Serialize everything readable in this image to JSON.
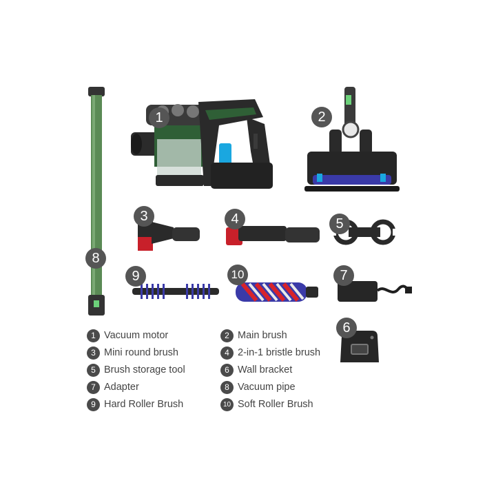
{
  "colors": {
    "badge": "#555555",
    "pipe_green": "#5a8a55",
    "motor_green": "#2f5f36",
    "accent_blue": "#1aa7e0",
    "bristle_red": "#c8202a",
    "bristle_blue": "#3a3aa8"
  },
  "badges": {
    "b1": "1",
    "b2": "2",
    "b3": "3",
    "b4": "4",
    "b5": "5",
    "b6": "6",
    "b7": "7",
    "b8": "8",
    "b9": "9",
    "b10": "10"
  },
  "legend": [
    {
      "num": "1",
      "label": "Vacuum motor"
    },
    {
      "num": "2",
      "label": "Main brush"
    },
    {
      "num": "3",
      "label": "Mini round brush"
    },
    {
      "num": "4",
      "label": "2-in-1 bristle brush"
    },
    {
      "num": "5",
      "label": "Brush storage tool"
    },
    {
      "num": "6",
      "label": "Wall bracket"
    },
    {
      "num": "7",
      "label": "Adapter"
    },
    {
      "num": "8",
      "label": "Vacuum pipe"
    },
    {
      "num": "9",
      "label": "Hard Roller Brush"
    },
    {
      "num": "10",
      "label": "Soft Roller Brush"
    }
  ]
}
